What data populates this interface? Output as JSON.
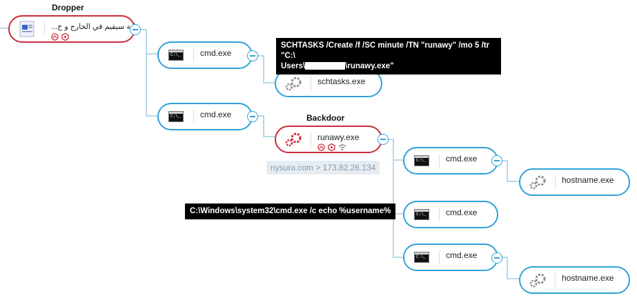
{
  "titles": {
    "dropper": "Dropper",
    "backdoor": "Backdoor"
  },
  "nodes": {
    "dropper": {
      "label": "...هلية سيقيم في الخارج و ح",
      "icon": "document-icon"
    },
    "cmd1": {
      "label": "cmd.exe"
    },
    "schtasks": {
      "label": "schtasks.exe"
    },
    "cmd2": {
      "label": "cmd.exe"
    },
    "runawy": {
      "label": "runawy.exe"
    },
    "cmd3": {
      "label": "cmd.exe"
    },
    "hostname1": {
      "label": "hostname.exe"
    },
    "cmd4": {
      "label": "cmd.exe"
    },
    "cmd5": {
      "label": "cmd.exe"
    },
    "hostname2": {
      "label": "hostname.exe"
    }
  },
  "cmd_icon_text": "C:\\_",
  "tooltips": {
    "schtasks_line1": "SCHTASKS /Create /f /SC minute /TN \"runawy\" /mo 5 /tr \"C:\\",
    "schtasks_line2a": "Users\\",
    "schtasks_line2b": "\\runawy.exe\"",
    "echo": "C:\\Windows\\system32\\cmd.exe /c echo %username%"
  },
  "network": {
    "label": "nysura.com > 173.82.26.134"
  },
  "colors": {
    "accent": "#2ea1d8",
    "danger": "#cc2b3a",
    "gear": "#8e8e8e"
  }
}
